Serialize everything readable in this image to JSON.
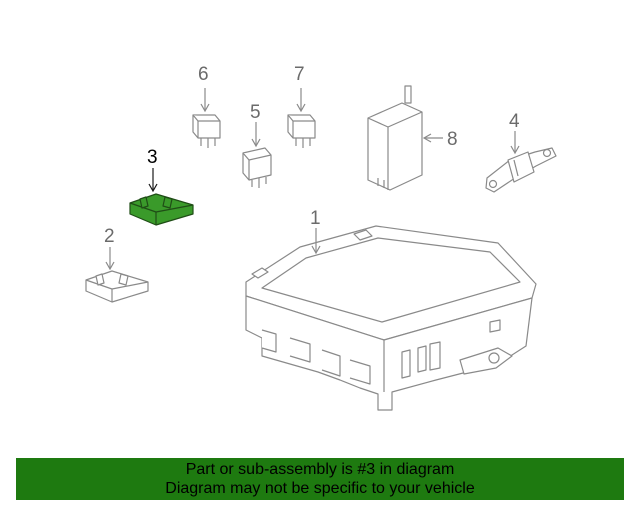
{
  "colors": {
    "highlight": "#3a9a2a",
    "banner_bg": "#1e7a10"
  },
  "callouts": {
    "c1": "1",
    "c2": "2",
    "c3": "3",
    "c4": "4",
    "c5": "5",
    "c6": "6",
    "c7": "7",
    "c8": "8"
  },
  "banner": {
    "line1": "Part or sub-assembly is #3 in diagram",
    "line2": "Diagram may not be specific to your vehicle"
  }
}
